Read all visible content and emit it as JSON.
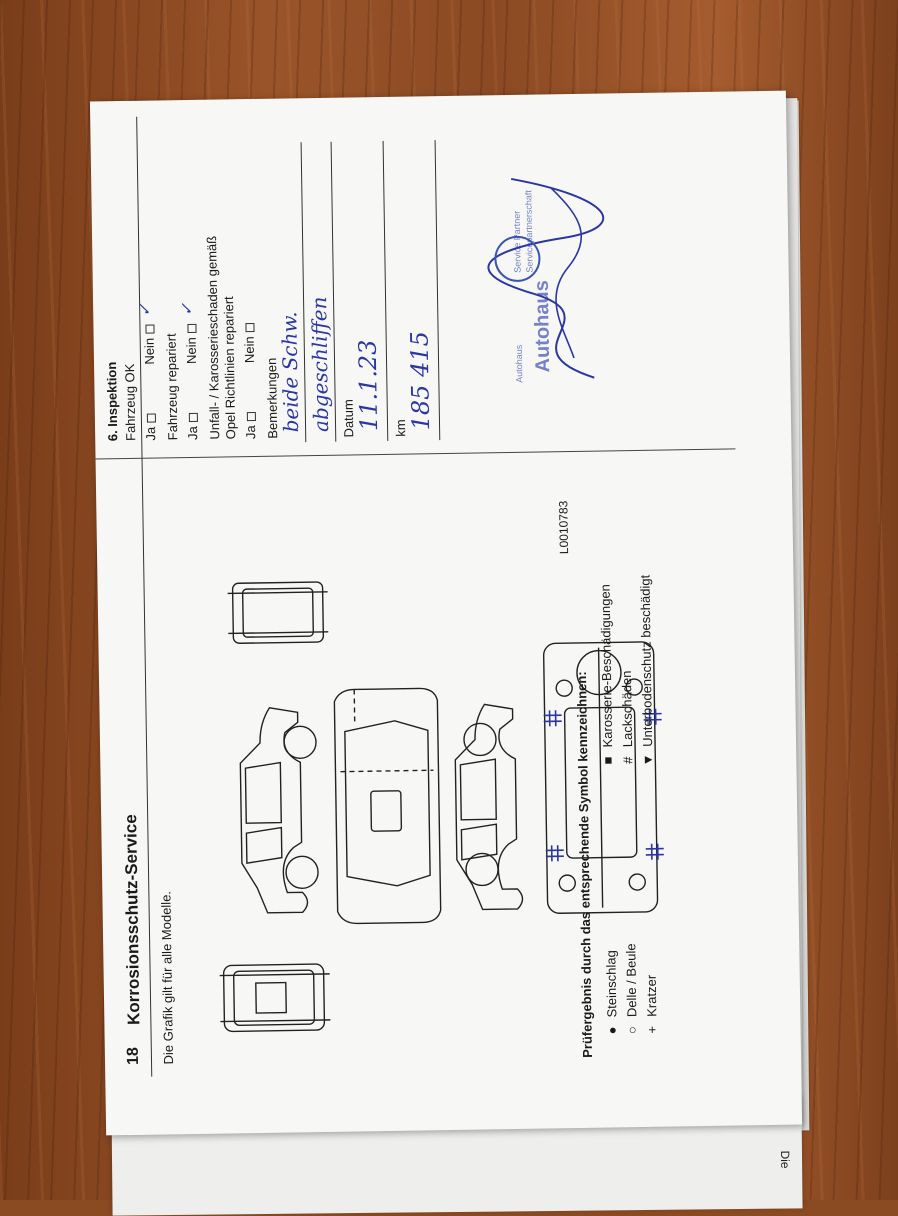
{
  "page": {
    "number": "18",
    "title": "Korrosionsschutz-Service",
    "graphic_note": "Die Grafik gilt für alle Modelle.",
    "diagram_code": "L0010783"
  },
  "legend": {
    "title": "Prüfergebnis durch das entsprechende Symbol kennzeichnen:",
    "items": [
      {
        "symbol": "●",
        "label": "Steinschlag"
      },
      {
        "symbol": "○",
        "label": "Delle / Beule"
      },
      {
        "symbol": "+",
        "label": "Kratzer"
      },
      {
        "symbol": "■",
        "label": "Karosserie-Beschädigungen"
      },
      {
        "symbol": "#",
        "label": "Lackschäden"
      },
      {
        "symbol": "▼",
        "label": "Unterbodenschutz beschädigt"
      }
    ]
  },
  "inspection": {
    "title": "6. Inspektion",
    "fahrzeug_ok": "Fahrzeug OK",
    "ja": "Ja",
    "nein": "Nein",
    "fahrzeug_repariert": "Fahrzeug repariert",
    "unfall_line1": "Unfall- / Karosserieschaden gemäß",
    "unfall_line2": "Opel Richtlinien repariert",
    "bemerkungen": "Bemerkungen",
    "datum": "Datum",
    "km": "km",
    "bemerkungen_handwritten_1": "beide Schw.",
    "bemerkungen_handwritten_2": "abgeschliffen",
    "datum_handwritten": "11.1.23",
    "km_handwritten": "185 415"
  },
  "stamp": {
    "name": "Autohaus",
    "line1": "Autohaus",
    "line2": "Service Partner",
    "line3": "Servicepartnerschaft"
  },
  "next_page": {
    "text": "Die"
  },
  "colors": {
    "ink_blue": "#2b36a3",
    "paper": "#f7f7f5",
    "wood": "#8a4a22"
  }
}
